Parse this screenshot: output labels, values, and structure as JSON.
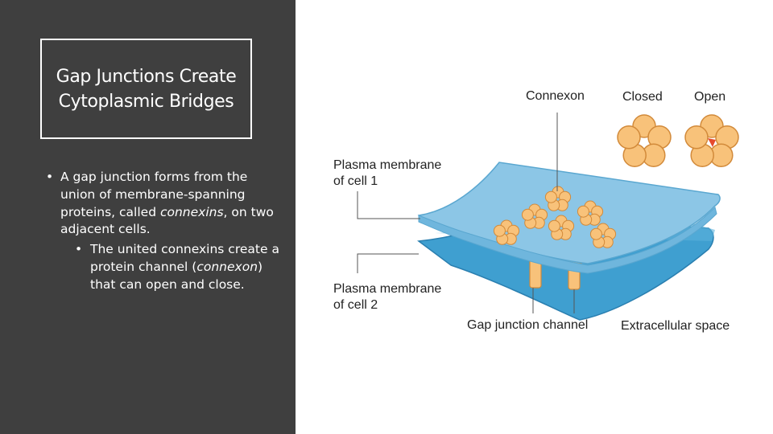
{
  "slide": {
    "title_line1": "Gap Junctions Create",
    "title_line2": "Cytoplasmic Bridges",
    "bullet1": {
      "text_a": "A gap junction forms from the union of membrane-spanning proteins, called ",
      "italic": "connexins",
      "text_b": ", on two adjacent cells."
    },
    "bullet2": {
      "text_a": "The united connexins create a protein channel (",
      "italic": "connexon",
      "text_b": ") that can open and close."
    },
    "bullet_marker": "•"
  },
  "diagram": {
    "labels": {
      "connexon": "Connexon",
      "closed": "Closed",
      "open": "Open",
      "pm1_line1": "Plasma membrane",
      "pm1_line2": "of cell 1",
      "pm2_line1": "Plasma membrane",
      "pm2_line2": "of cell 2",
      "gap_channel": "Gap junction channel",
      "extracellular": "Extracellular space"
    },
    "colors": {
      "membrane_top": "#8cc6e6",
      "membrane_bottom": "#3f9fd0",
      "connexin_fill": "#f8c27a",
      "connexin_stroke": "#d28a3a",
      "open_pore": "#e64a2e"
    }
  }
}
